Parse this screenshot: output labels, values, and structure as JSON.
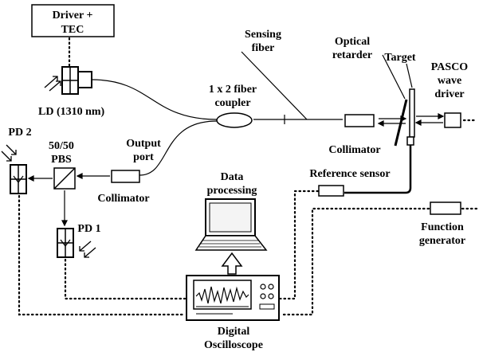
{
  "labels": {
    "driver_tec_line1": "Driver +",
    "driver_tec_line2": "TEC",
    "ld": "LD (1310 nm)",
    "sensing_line1": "Sensing",
    "sensing_line2": "fiber",
    "optical_line1": "Optical",
    "optical_line2": "retarder",
    "target": "Target",
    "pasco_line1": "PASCO",
    "pasco_line2": "wave",
    "pasco_line3": "driver",
    "coupler_line1": "1 x 2 fiber",
    "coupler_line2": "coupler",
    "pd2": "PD 2",
    "pbs_line1": "50/50",
    "pbs_line2": "PBS",
    "output_line1": "Output",
    "output_line2": "port",
    "collimator_left": "Collimator",
    "collimator_right": "Collimator",
    "reference_sensor": "Reference sensor",
    "data_line1": "Data",
    "data_line2": "processing",
    "pd1": "PD 1",
    "function_line1": "Function",
    "function_line2": "generator",
    "scope_line1": "Digital",
    "scope_line2": "Oscilloscope"
  }
}
